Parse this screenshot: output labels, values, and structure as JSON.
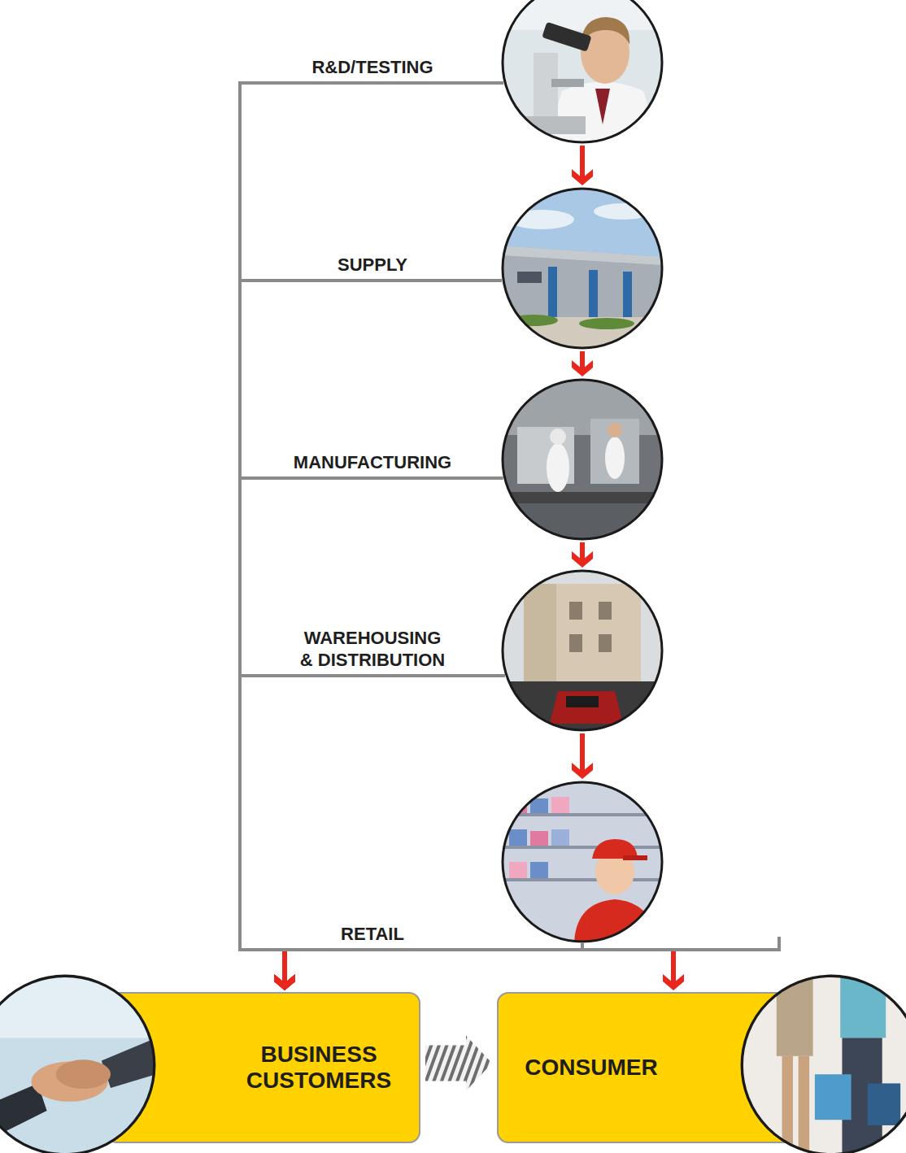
{
  "diagram": {
    "nodes": [
      {
        "text": [
          "R&D/TESTING"
        ]
      },
      {
        "text": [
          "SUPPLY"
        ]
      },
      {
        "text": [
          "MANUFACTURING"
        ]
      },
      {
        "text": [
          "WAREHOUSING & DISTRIBUTION"
        ]
      },
      {
        "text": [
          "RETAIL"
        ]
      },
      {
        "text": [
          "BUSINESS CUSTOMERS"
        ]
      },
      {
        "text": [
          "CONSUMER"
        ]
      }
    ],
    "edges": [
      {
        "from": 0,
        "to": 1,
        "arrow": "to"
      },
      {
        "from": 1,
        "to": 2,
        "arrow": "to"
      },
      {
        "from": 2,
        "to": 3,
        "arrow": "to"
      },
      {
        "from": 3,
        "to": 4,
        "arrow": "to"
      },
      {
        "from": 0,
        "to": 5,
        "arrow": "to"
      },
      {
        "from": 1,
        "to": 5,
        "arrow": "to"
      },
      {
        "from": 2,
        "to": 5,
        "arrow": "to"
      },
      {
        "from": 3,
        "to": 5,
        "arrow": "to"
      },
      {
        "from": 4,
        "to": 5,
        "arrow": "to"
      },
      {
        "from": 4,
        "to": 6,
        "arrow": "to"
      },
      {
        "from": 5,
        "to": 6,
        "arrow": "to"
      }
    ]
  }
}
